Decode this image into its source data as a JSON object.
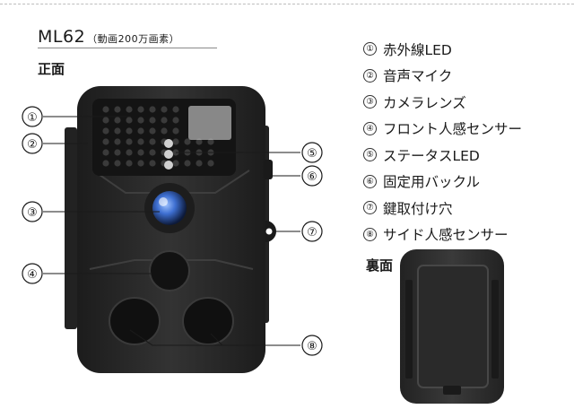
{
  "title": {
    "model": "ML62",
    "subtitle": "（動画200万画素）"
  },
  "views": {
    "front": "正面",
    "back": "裏面"
  },
  "features": [
    {
      "num": "①",
      "label": "赤外線LED"
    },
    {
      "num": "②",
      "label": "音声マイク"
    },
    {
      "num": "③",
      "label": "カメラレンズ"
    },
    {
      "num": "④",
      "label": "フロント人感センサー"
    },
    {
      "num": "⑤",
      "label": "ステータスLED"
    },
    {
      "num": "⑥",
      "label": "固定用バックル"
    },
    {
      "num": "⑦",
      "label": "鍵取付け穴"
    },
    {
      "num": "⑧",
      "label": "サイド人感センサー"
    }
  ],
  "callouts": [
    "①",
    "②",
    "③",
    "④",
    "⑤",
    "⑥",
    "⑦",
    "⑧"
  ],
  "colors": {
    "camera_body": "#2b2b2b",
    "ir_panel": "#161616",
    "led_off": "#3a3a3a",
    "lens_blue": "#4a7bd8"
  }
}
